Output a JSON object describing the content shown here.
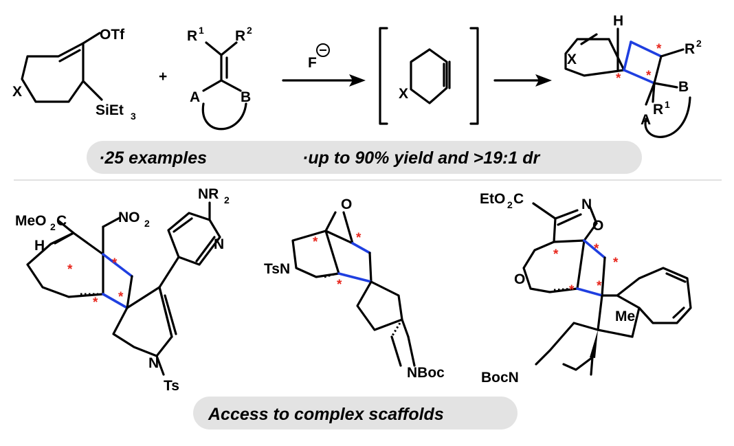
{
  "colors": {
    "bond": "#000000",
    "new_bond": "#1f3fe0",
    "stereocenter": "#e8261c",
    "banner": "#e3e3e3"
  },
  "scheme": {
    "reagent": {
      "x": "X",
      "otf": "OTf",
      "silyl": "SiEt",
      "silyl_sub": "3"
    },
    "plus": "+",
    "alkene": {
      "r1": "R",
      "r1_sup": "1",
      "r2": "R",
      "r2_sup": "2",
      "a": "A",
      "b": "B"
    },
    "fluoride": {
      "label": "F",
      "charge": "⊖"
    },
    "intermediate": {
      "x": "X"
    },
    "product": {
      "h": "H",
      "x": "X",
      "r2": "R",
      "r2_sup": "2",
      "b": "B",
      "r1": "R",
      "r1_sup": "1",
      "a": "A"
    },
    "star": "*"
  },
  "banner_top": {
    "examples": "·25 examples",
    "yield": "·up to 90% yield and >19:1 dr"
  },
  "compound1": {
    "ester": "MeO",
    "ester_sub": "2",
    "ester_end": "C",
    "nitro": "NO",
    "nitro_sub": "2",
    "amine": "NR",
    "amine_sub": "2",
    "h": "H",
    "pyr_n": "N",
    "ring_n": "N",
    "ts": "Ts"
  },
  "compound2": {
    "o": "O",
    "tsn": "TsN",
    "nboc": "NBoc"
  },
  "compound3": {
    "ester": "EtO",
    "ester_sub": "2",
    "ester_end": "C",
    "n": "N",
    "o_ring": "O",
    "o_pyran": "O",
    "me": "Me",
    "bocn": "BocN"
  },
  "banner_bottom": {
    "text": "Access to complex scaffolds"
  }
}
